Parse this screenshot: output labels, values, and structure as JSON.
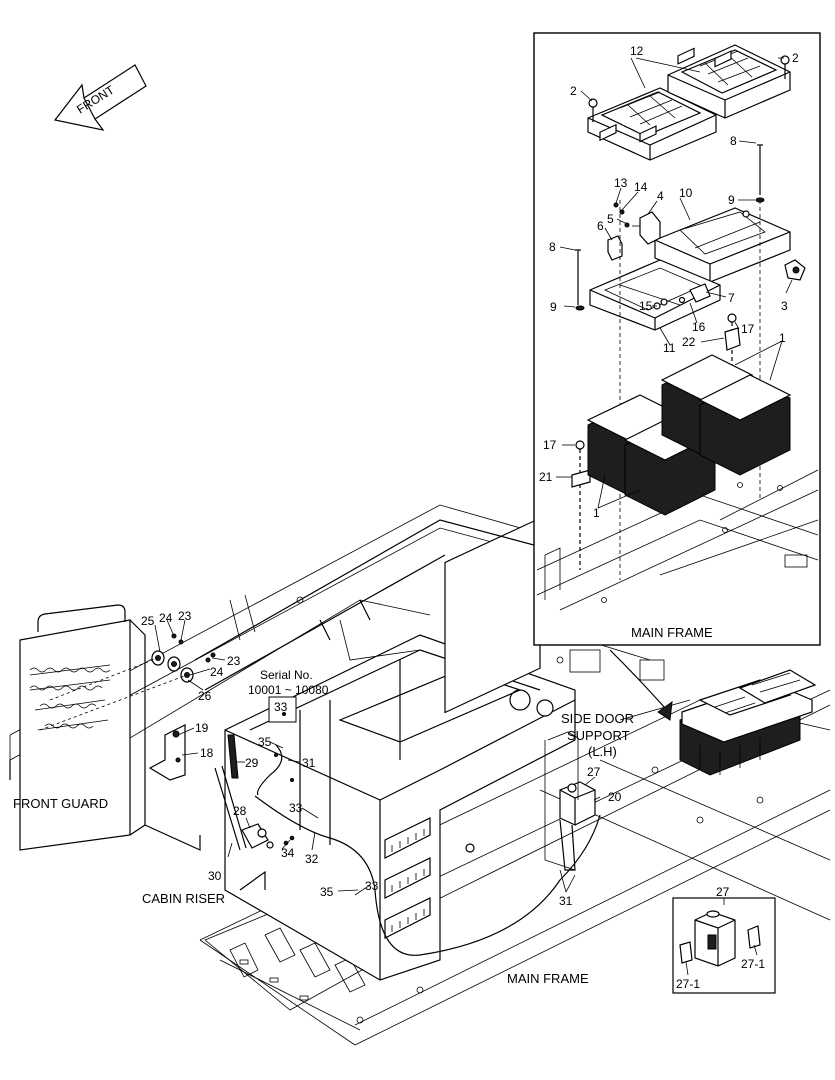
{
  "front_arrow": {
    "label": "FRONT"
  },
  "captions": {
    "main_frame_inset": "MAIN FRAME",
    "side_door_support_1": "SIDE DOOR",
    "side_door_support_2": "SUPPORT",
    "side_door_support_3": "(L.H)",
    "front_guard": "FRONT GUARD",
    "cabin_riser": "CABIN RISER",
    "main_frame_bottom": "MAIN FRAME",
    "serial_no": "Serial No.",
    "serial_range": "10001 ~ 10080"
  },
  "callouts": {
    "inset": [
      "12",
      "2",
      "2",
      "8",
      "13",
      "14",
      "4",
      "10",
      "9",
      "5",
      "6",
      "8",
      "3",
      "9",
      "15",
      "7",
      "17",
      "16",
      "11",
      "22",
      "1",
      "17",
      "21",
      "1"
    ],
    "main": [
      "25",
      "24",
      "23",
      "23",
      "24",
      "26",
      "19",
      "18",
      "33",
      "35",
      "29",
      "31",
      "28",
      "30",
      "34",
      "33",
      "32",
      "35",
      "33",
      "27",
      "20",
      "31"
    ],
    "small_inset": [
      "27",
      "27-1",
      "27-1"
    ]
  }
}
